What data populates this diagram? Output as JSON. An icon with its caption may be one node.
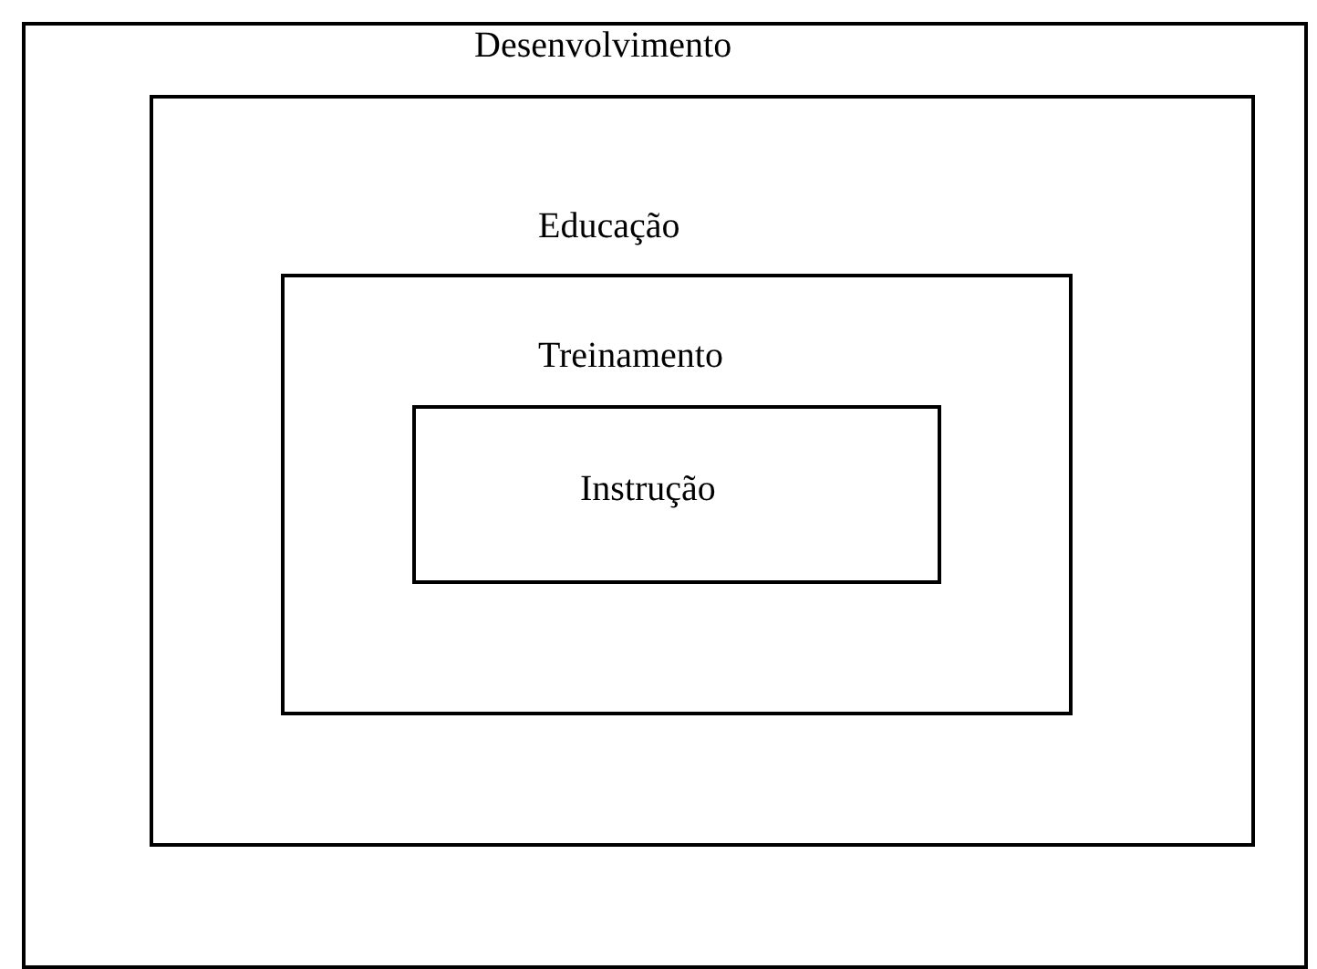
{
  "diagram": {
    "nodes": [
      {
        "text": [
          "Desenvolvimento"
        ]
      },
      {
        "text": [
          "Educação"
        ],
        "in": 0
      },
      {
        "text": [
          "Treinamento"
        ],
        "in": 1
      },
      {
        "text": [
          "Instrução"
        ],
        "in": 2
      }
    ]
  }
}
